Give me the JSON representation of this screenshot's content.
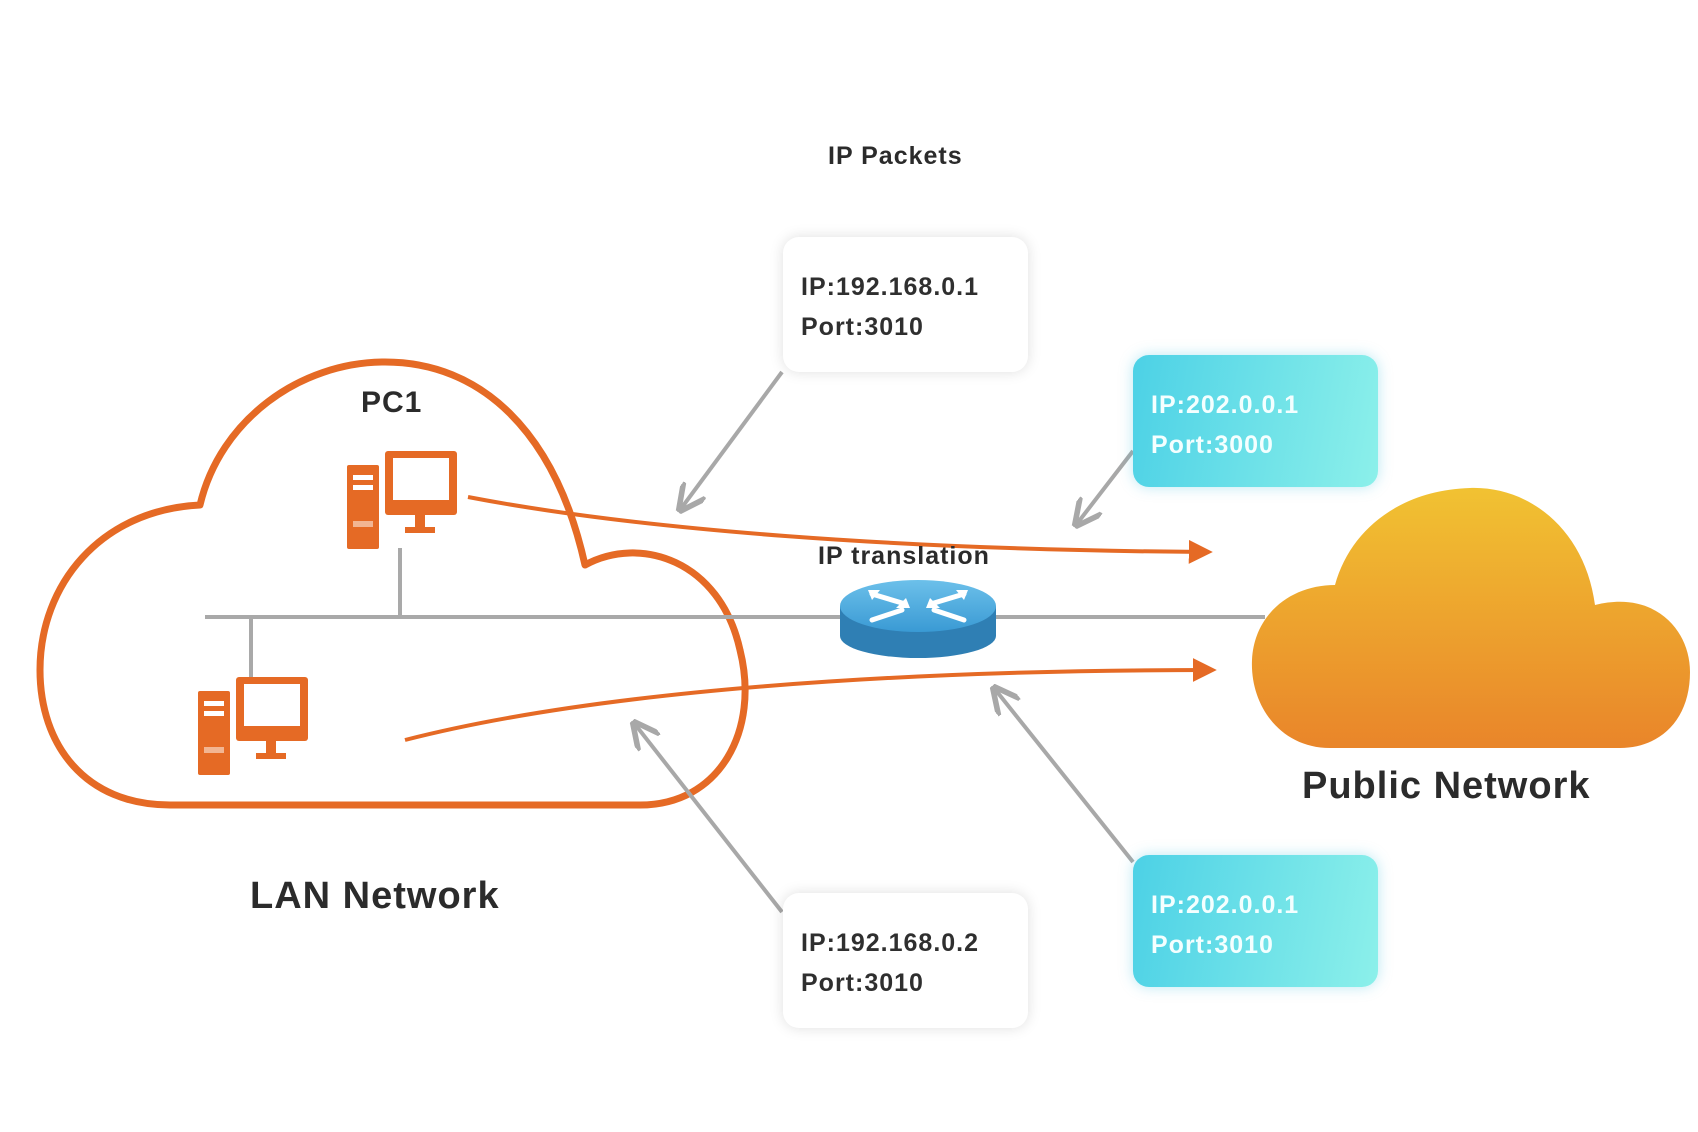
{
  "title": "IP Packets",
  "labels": {
    "pc1": "PC1",
    "ip_translation": "IP translation",
    "lan_network": "LAN Network",
    "public_network": "Public Network"
  },
  "packets": [
    {
      "ip": "IP:192.168.0.1",
      "port": "Port:3010",
      "style": "white"
    },
    {
      "ip": "IP:202.0.0.1",
      "port": "Port:3000",
      "style": "cyan"
    },
    {
      "ip": "IP:192.168.0.2",
      "port": "Port:3010",
      "style": "white"
    },
    {
      "ip": "IP:202.0.0.1",
      "port": "Port:3010",
      "style": "cyan"
    }
  ],
  "colors": {
    "lan_outline": "#e56a25",
    "flow_arrow": "#e56a25",
    "pointer_arrow": "#a8a8a8",
    "router": "#2f8fc4",
    "public_cloud_top": "#f1c232",
    "public_cloud_bottom": "#e9852a"
  },
  "icons": [
    "pc-icon",
    "router-icon",
    "cloud-icon"
  ]
}
